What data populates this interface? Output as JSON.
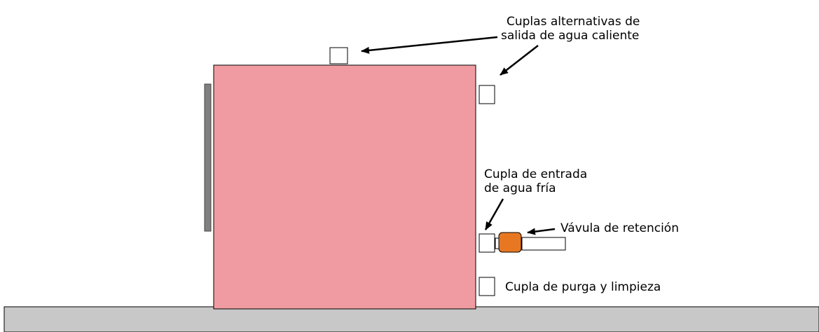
{
  "labels": {
    "hot_outlet_line1": "Cuplas alternativas de",
    "hot_outlet_line2": "salida de agua caliente",
    "cold_inlet_line1": "Cupla de entrada",
    "cold_inlet_line2": "de agua fría",
    "check_valve": "Vávula de retención",
    "purge": "Cupla de purga y limpieza"
  },
  "colors": {
    "tank": "#F09BA1",
    "side_panel": "#808080",
    "valve": "#E87722",
    "floor": "#C8C8C8",
    "stroke": "#000000"
  }
}
